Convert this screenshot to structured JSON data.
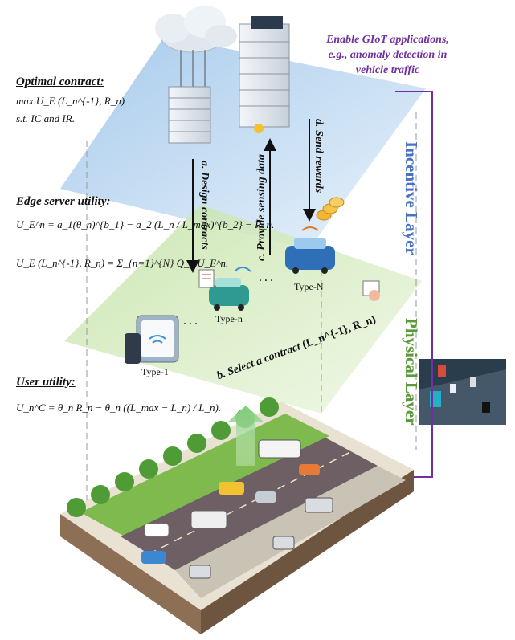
{
  "contract_panel": {
    "title": "Optimal contract:",
    "line1": "max U_E (L_n^{-1}, R_n)",
    "line2": "s.t. IC and IR."
  },
  "edge_panel": {
    "title": "Edge server utility:",
    "line1": "U_E^n = a_1(θ_n)^{b_1} − a_2 (L_n / L_max)^{b_2} − R_n.",
    "line2": "U_E (L_n^{-1}, R_n) = Σ_{n=1}^{N} Q_n U_E^n."
  },
  "user_panel": {
    "title": "User utility:",
    "line1": "U_n^C = θ_n R_n − θ_n ((L_max − L_n) / L_n)."
  },
  "app_note": {
    "line1": "Enable GIoT applications,",
    "line2": "e.g., anomaly detection in",
    "line3": "vehicle traffic"
  },
  "layers": {
    "incentive": "Incentive Layer",
    "physical": "Physical Layer"
  },
  "steps": {
    "a": "a. Design contracts",
    "b": "b. Select a contract",
    "b_math": "(L_n^{-1}, R_n)",
    "c": "c. Provide sensing data",
    "d": "d. Send rewards"
  },
  "types": {
    "type1": "Type-1",
    "typen": "Type-n",
    "typeN": "Type-N",
    "dots": "· · ·"
  },
  "colors": {
    "incentive_plane": "#b9d6ef",
    "physical_plane": "#cde8b4",
    "incentive_text": "#4a72c4",
    "physical_text": "#5b9a3b",
    "app_note_text": "#7030a0",
    "feedback_line": "#7030a0"
  }
}
